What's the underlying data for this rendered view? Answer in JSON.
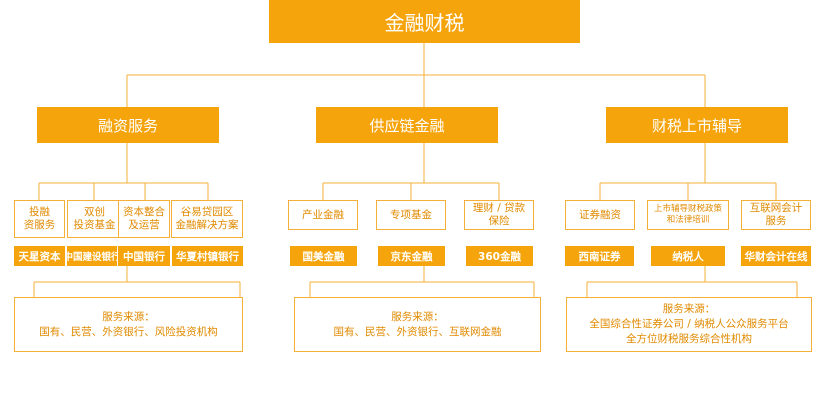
{
  "colors": {
    "accent": "#f5a40c",
    "line": "#f5b03a",
    "text_on_outline": "#e08a00"
  },
  "root": {
    "label": "金融财税"
  },
  "categories": [
    {
      "label": "融资服务",
      "services": [
        "投融\n资服务",
        "双创\n投资基金",
        "资本整合\n及运营",
        "谷易贷园区\n金融解决方案"
      ],
      "institutions": [
        "天星资本",
        "中国建设银行",
        "中国银行",
        "华夏村镇银行"
      ],
      "sources": {
        "title": "服务来源：",
        "lines": [
          "国有、民营、外资银行、风险投资机构"
        ]
      }
    },
    {
      "label": "供应链金融",
      "services": [
        "产业金融",
        "专项基金",
        "理财 / 贷款\n保险"
      ],
      "institutions": [
        "国美金融",
        "京东金融",
        "360金融"
      ],
      "sources": {
        "title": "服务来源：",
        "lines": [
          "国有、民营、外资银行、互联网金融"
        ]
      }
    },
    {
      "label": "财税上市辅导",
      "services": [
        "证券融资",
        "上市辅导财税政策\n和法律培训",
        "互联网会计\n服务"
      ],
      "institutions": [
        "西南证券",
        "纳税人",
        "华财会计在线"
      ],
      "sources": {
        "title": "服务来源：",
        "lines": [
          "全国综合性证券公司 / 纳税人公众服务平台",
          "全方位财税服务综合性机构"
        ]
      }
    }
  ]
}
